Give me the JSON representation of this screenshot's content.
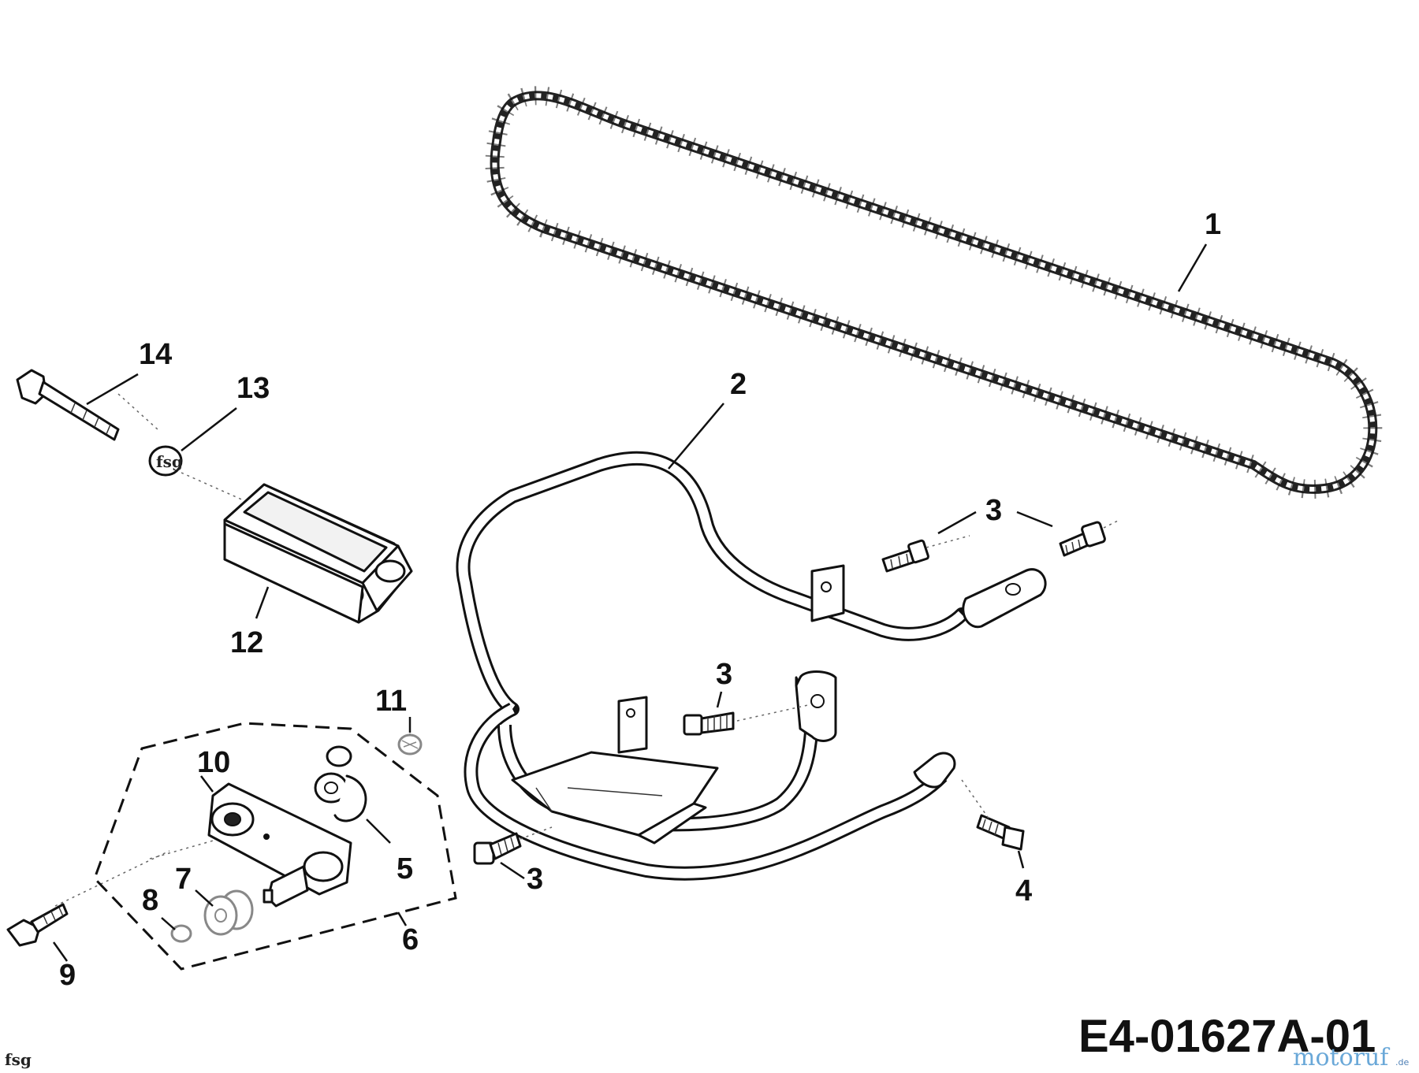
{
  "drawing_number": "E4-01627A-01",
  "corner_mark": "fsg",
  "washer_mark": "fsg",
  "watermark": {
    "text": "motoruf",
    "tld": ".de"
  },
  "callouts": [
    {
      "id": "1",
      "part": "chain"
    },
    {
      "id": "2",
      "part": "frame"
    },
    {
      "id": "3",
      "part": "bolt"
    },
    {
      "id": "3",
      "part": "bolt"
    },
    {
      "id": "3",
      "part": "bolt"
    },
    {
      "id": "4",
      "part": "bolt"
    },
    {
      "id": "5",
      "part": "clip"
    },
    {
      "id": "6",
      "part": "assembly-group"
    },
    {
      "id": "7",
      "part": "roller"
    },
    {
      "id": "8",
      "part": "nut"
    },
    {
      "id": "9",
      "part": "screw"
    },
    {
      "id": "10",
      "part": "tensioner-arm"
    },
    {
      "id": "11",
      "part": "nut"
    },
    {
      "id": "12",
      "part": "bracket"
    },
    {
      "id": "13",
      "part": "washer"
    },
    {
      "id": "14",
      "part": "bolt"
    }
  ]
}
